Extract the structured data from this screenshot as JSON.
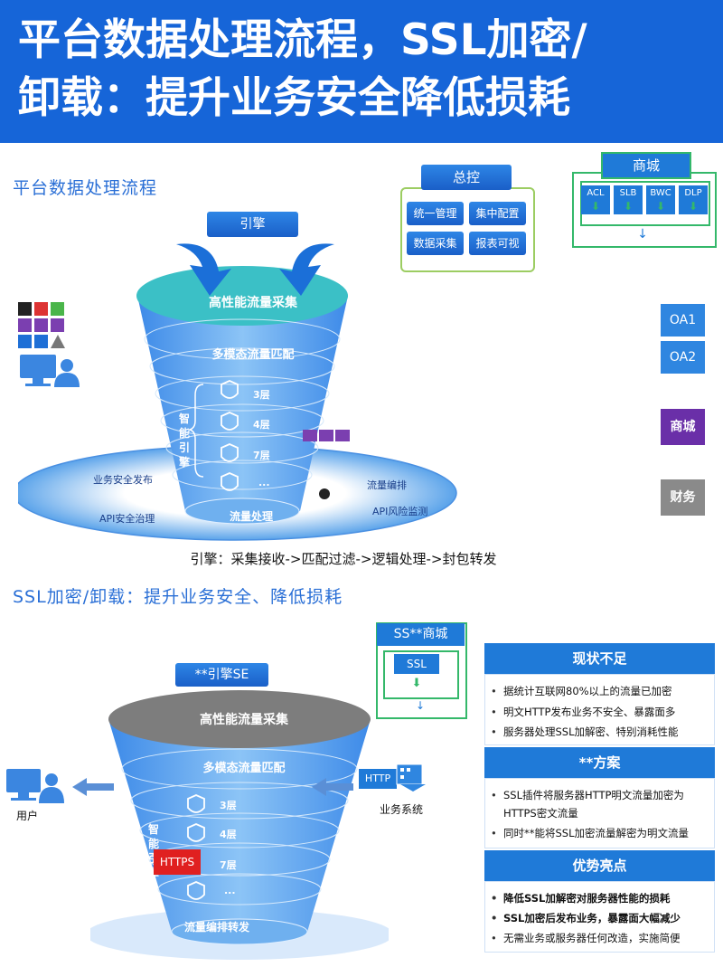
{
  "header": {
    "line1": "平台数据处理流程，SSL加密/",
    "line2": "卸载：提升业务安全降低损耗"
  },
  "section1": {
    "title": "平台数据处理流程",
    "engine_label": "引擎",
    "top_label": "高性能流量采集",
    "layer_match": "多模态流量匹配",
    "smart_engine": "智能引擎",
    "layers": [
      "3层",
      "4层",
      "7层",
      "..."
    ],
    "bottom_label": "流量处理",
    "ring_labels": {
      "biz_publish": "业务安全发布",
      "api_gov": "API安全治理",
      "traffic_orch": "流量编排",
      "api_risk": "API风险监测"
    },
    "caption": "引擎：采集接收->匹配过滤->逻辑处理->封包转发",
    "control": {
      "title": "总控",
      "items": [
        "统一管理",
        "集中配置",
        "数据采集",
        "报表可视"
      ]
    },
    "mall": {
      "title": "商城",
      "modules": [
        "ACL",
        "SLB",
        "BWC",
        "DLP"
      ],
      "arrow": "↓"
    },
    "side_items": [
      {
        "label": "OA1",
        "color": "#2f86e0"
      },
      {
        "label": "OA2",
        "color": "#2f86e0"
      },
      {
        "label": "商城",
        "color": "#6a2fa8"
      },
      {
        "label": "财务",
        "color": "#8a8a8a"
      }
    ]
  },
  "section2": {
    "title": "SSL加密/卸载：提升业务安全、降低损耗",
    "engine_label": "**引擎SE",
    "top_label": "高性能流量采集",
    "layer_match": "多模态流量匹配",
    "smart_engine": "智能引擎",
    "layers": [
      "3层",
      "4层",
      "7层",
      "..."
    ],
    "https_badge": "HTTPS",
    "bottom_label": "流量编排转发",
    "user_label": "用户",
    "http_label": "HTTP",
    "biz_system_label": "业务系统",
    "mall": {
      "title": "SS**商城",
      "ssl": "SSL"
    },
    "panels": [
      {
        "title": "现状不足",
        "items": [
          "据统计互联网80%以上的流量已加密",
          "明文HTTP发布业务不安全、暴露面多",
          "服务器处理SSL加解密、特别消耗性能"
        ]
      },
      {
        "title": "**方案",
        "items": [
          "SSL插件将服务器HTTP明文流量加密为",
          "HTTPS密文流量",
          "同时**能将SSL加密流量解密为明文流量"
        ]
      },
      {
        "title": "优势亮点",
        "items": [
          "降低SSL加解密对服务器性能的损耗",
          "SSL加密后发布业务，暴露面大幅减少",
          "无需业务或服务器任何改造，实施简便"
        ]
      }
    ]
  },
  "colors": {
    "brand_blue": "#1665d8",
    "accent_green": "#34b86a",
    "purple": "#6a2fa8",
    "gray": "#8a8a8a",
    "https_red": "#e02020"
  }
}
